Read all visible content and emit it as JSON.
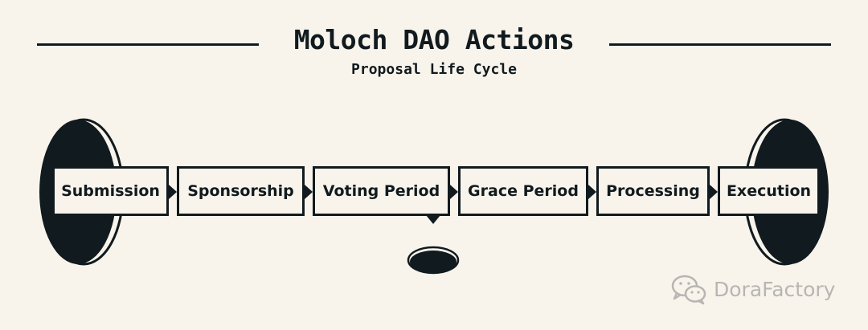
{
  "header": {
    "title": "Moloch DAO Actions",
    "subtitle": "Proposal Life Cycle"
  },
  "steps": [
    {
      "label": "Submission"
    },
    {
      "label": "Sponsorship"
    },
    {
      "label": "Voting Period"
    },
    {
      "label": "Grace Period"
    },
    {
      "label": "Processing"
    },
    {
      "label": "Execution"
    }
  ],
  "watermark": {
    "text": "DoraFactory",
    "icon": "wechat-icon"
  },
  "colors": {
    "background": "#f8f4ec",
    "ink": "#111a1e",
    "watermark": "#b8b6b2"
  }
}
